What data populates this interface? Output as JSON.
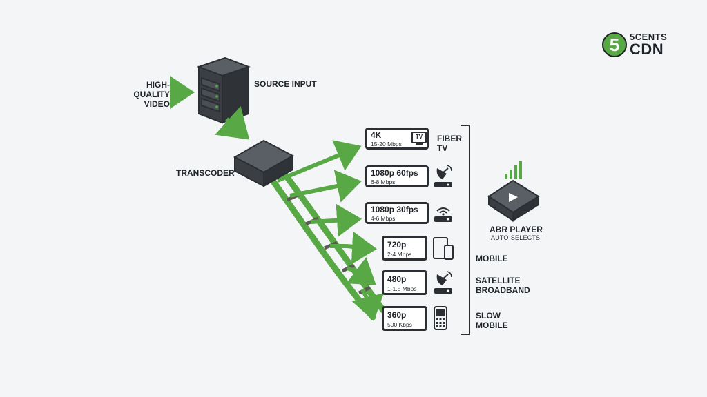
{
  "logo": {
    "digit": "5",
    "line1": "5CENTS",
    "line2": "CDN"
  },
  "source": {
    "input_label": "HIGH-QUALITY\nVIDEO",
    "server_label": "SOURCE INPUT"
  },
  "transcoder": {
    "label": "TRANSCODER"
  },
  "renditions": [
    {
      "resolution": "4K",
      "bitrate": "15-20 Mbps",
      "device": "tv-icon",
      "device_text": "TV",
      "side_label": "FIBER\nTV"
    },
    {
      "resolution": "1080p 60fps",
      "bitrate": "6-8 Mbps",
      "device": "satellite-dish-icon",
      "side_label": ""
    },
    {
      "resolution": "1080p 30fps",
      "bitrate": "4-6 Mbps",
      "device": "wifi-router-icon",
      "side_label": ""
    },
    {
      "resolution": "720p",
      "bitrate": "2-4 Mbps",
      "device": "tablet-phone-icon",
      "side_label": "MOBILE"
    },
    {
      "resolution": "480p",
      "bitrate": "1-1.5 Mbps",
      "device": "satellite-dish-icon",
      "side_label": "SATELLITE\nBROADBAND"
    },
    {
      "resolution": "360p",
      "bitrate": "500 Kbps",
      "device": "phone-icon",
      "side_label": "SLOW\nMOBILE"
    }
  ],
  "player": {
    "title": "ABR PLAYER",
    "subtitle": "AUTO-SELECTS"
  },
  "colors": {
    "arrow": "#58a845",
    "dark": "#2b2f33",
    "box": "#3b3f44",
    "background": "#f3f5f7"
  }
}
